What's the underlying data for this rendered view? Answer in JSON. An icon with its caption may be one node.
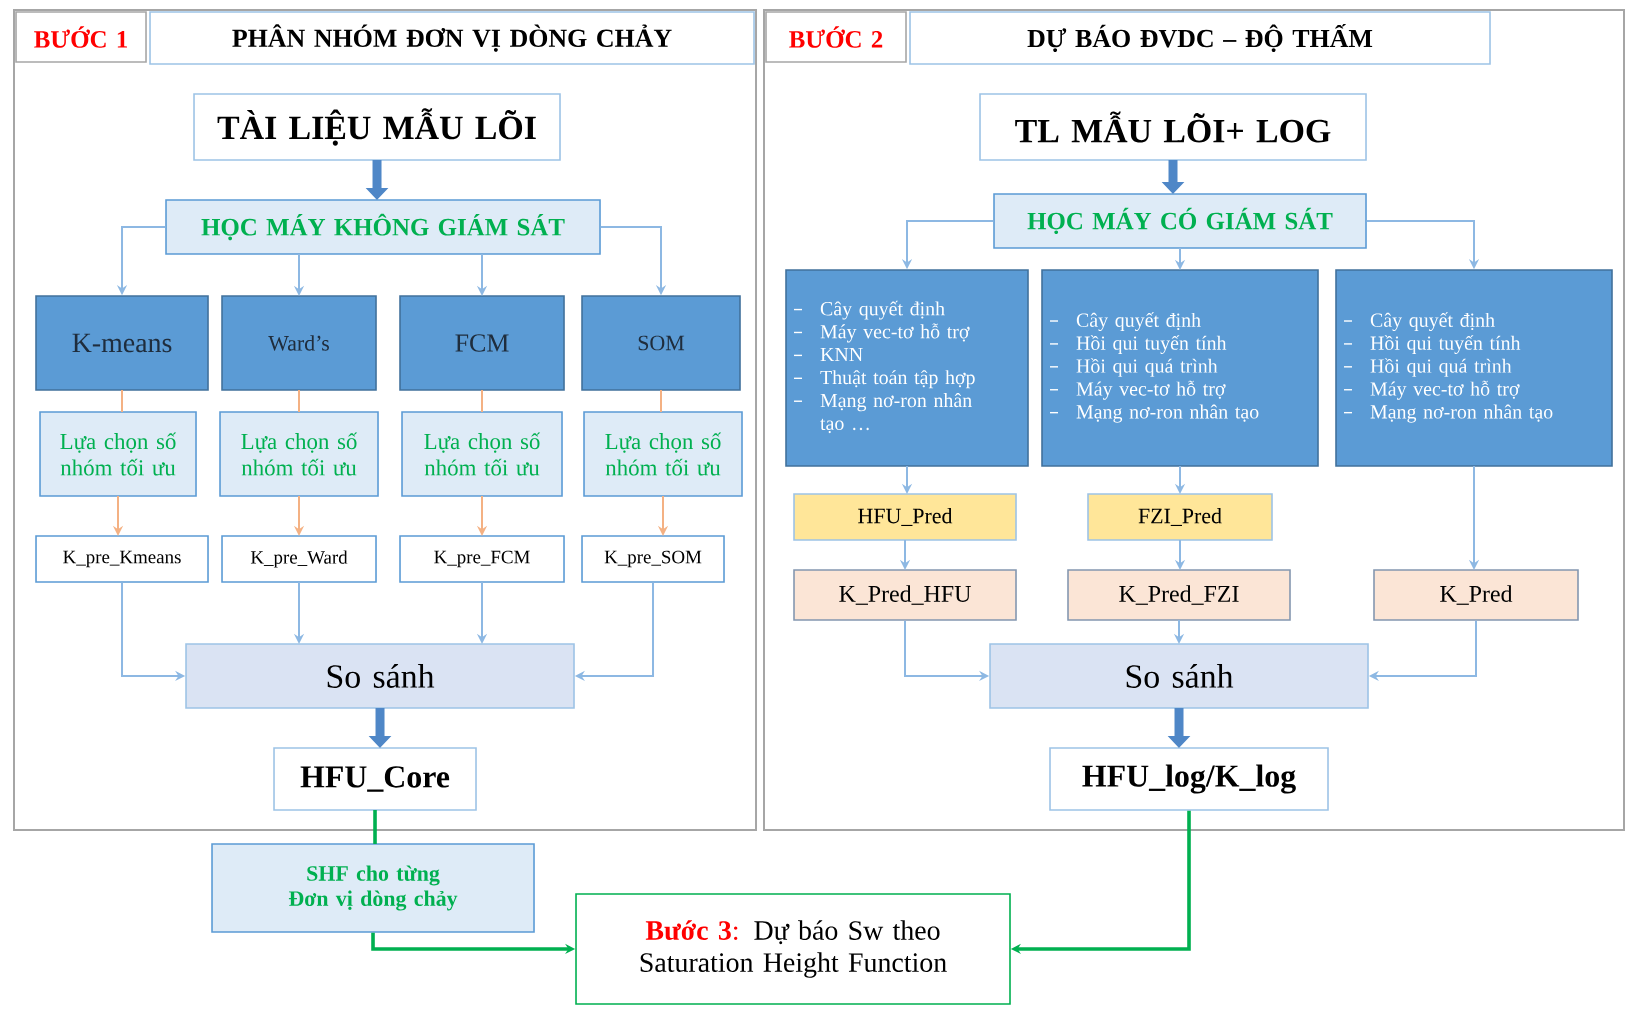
{
  "diagram": {
    "nodes": [
      {
        "text": [],
        "shape": "box"
      },
      {
        "text": [
          "BƯỚC 1"
        ],
        "in": 0
      },
      {
        "text": [
          "PHÂN NHÓM ĐƠN VỊ DÒNG CHẢY"
        ],
        "in": 0
      },
      {
        "text": [
          "TÀI LIỆU MẪU LÕI"
        ],
        "in": 0
      },
      {
        "text": [
          "HỌC MÁY KHÔNG GIÁM SÁT"
        ],
        "in": 0
      },
      {
        "text": [
          "K-means"
        ],
        "in": 0
      },
      {
        "text": [
          "Ward’s"
        ],
        "in": 0
      },
      {
        "text": [
          "FCM"
        ],
        "in": 0
      },
      {
        "text": [
          "SOM"
        ],
        "in": 0
      },
      {
        "text": [
          "Lựa chọn số nhóm tối ưu"
        ],
        "in": 0
      },
      {
        "text": [
          "Lựa chọn số nhóm tối ưu"
        ],
        "in": 0
      },
      {
        "text": [
          "Lựa chọn số nhóm tối ưu"
        ],
        "in": 0
      },
      {
        "text": [
          "Lựa chọn số nhóm tối ưu"
        ],
        "in": 0
      },
      {
        "text": [
          "K_pre_Kmeans"
        ],
        "in": 0
      },
      {
        "text": [
          "K_pre_Ward"
        ],
        "in": 0
      },
      {
        "text": [
          "K_pre_FCM"
        ],
        "in": 0
      },
      {
        "text": [
          "K_pre_SOM"
        ],
        "in": 0
      },
      {
        "text": [
          "So sánh"
        ],
        "in": 0
      },
      {
        "text": [
          "HFU_Core"
        ],
        "in": 0
      },
      {
        "text": [],
        "shape": "box"
      },
      {
        "text": [
          "BƯỚC 2"
        ],
        "in": 19
      },
      {
        "text": [
          "DỰ BÁO ĐVDC – ĐỘ THẤM"
        ],
        "in": 19
      },
      {
        "text": [
          "TL MẪU LÕI+ LOG"
        ],
        "in": 19
      },
      {
        "text": [
          "HỌC MÁY CÓ GIÁM SÁT"
        ],
        "in": 19
      },
      {
        "text": [
          "Cây quyết định",
          "Máy vec-tơ hỗ trợ",
          "KNN",
          "Thuật toán tập hợp",
          "Mạng nơ-ron nhân tạo …"
        ],
        "in": 19
      },
      {
        "text": [
          "Cây quyết định",
          "Hồi qui tuyến tính",
          "Hồi qui quá trình",
          "Máy vec-tơ hỗ trợ",
          "Mạng nơ-ron nhân tạo"
        ],
        "in": 19
      },
      {
        "text": [
          "Cây quyết định",
          "Hồi qui tuyến tính",
          "Hồi qui quá trình",
          "Máy vec-tơ hỗ trợ",
          "Mạng nơ-ron nhân tạo"
        ],
        "in": 19
      },
      {
        "text": [
          "HFU_Pred"
        ],
        "in": 19
      },
      {
        "text": [
          "FZI_Pred"
        ],
        "in": 19
      },
      {
        "text": [
          "K_Pred_HFU"
        ],
        "in": 19
      },
      {
        "text": [
          "K_Pred_FZI"
        ],
        "in": 19
      },
      {
        "text": [
          "K_Pred"
        ],
        "in": 19
      },
      {
        "text": [
          "So sánh"
        ],
        "in": 19
      },
      {
        "text": [
          "HFU_log/K_log"
        ],
        "in": 19
      },
      {
        "text": [
          "SHF cho từng Đơn vị dòng chảy"
        ]
      },
      {
        "text": [
          "**Bước 3**:",
          "Dự báo Sw theo Saturation Height Function"
        ]
      }
    ],
    "edges": [
      {
        "from": 3,
        "to": 4,
        "arrow": "to",
        "style": "thick"
      },
      {
        "from": 4,
        "to": 5,
        "arrow": "to"
      },
      {
        "from": 4,
        "to": 6,
        "arrow": "to"
      },
      {
        "from": 4,
        "to": 7,
        "arrow": "to"
      },
      {
        "from": 4,
        "to": 8,
        "arrow": "to"
      },
      {
        "from": 5,
        "to": 9,
        "arrow": "none",
        "color": "#f4b183"
      },
      {
        "from": 6,
        "to": 10,
        "arrow": "none",
        "color": "#f4b183"
      },
      {
        "from": 7,
        "to": 11,
        "arrow": "none",
        "color": "#f4b183"
      },
      {
        "from": 8,
        "to": 12,
        "arrow": "none",
        "color": "#f4b183"
      },
      {
        "from": 9,
        "to": 13,
        "arrow": "to",
        "color": "#f4b183"
      },
      {
        "from": 10,
        "to": 14,
        "arrow": "to",
        "color": "#f4b183"
      },
      {
        "from": 11,
        "to": 15,
        "arrow": "to",
        "color": "#f4b183"
      },
      {
        "from": 12,
        "to": 16,
        "arrow": "to",
        "color": "#f4b183"
      },
      {
        "from": 13,
        "to": 17,
        "arrow": "to"
      },
      {
        "from": 14,
        "to": 17,
        "arrow": "to"
      },
      {
        "from": 15,
        "to": 17,
        "arrow": "to"
      },
      {
        "from": 16,
        "to": 17,
        "arrow": "to"
      },
      {
        "from": 17,
        "to": 18,
        "arrow": "to",
        "style": "thick"
      },
      {
        "from": 22,
        "to": 23,
        "arrow": "to",
        "style": "thick"
      },
      {
        "from": 23,
        "to": 24,
        "arrow": "to"
      },
      {
        "from": 23,
        "to": 25,
        "arrow": "to"
      },
      {
        "from": 23,
        "to": 26,
        "arrow": "to"
      },
      {
        "from": 24,
        "to": 27,
        "arrow": "to"
      },
      {
        "from": 25,
        "to": 28,
        "arrow": "to"
      },
      {
        "from": 26,
        "to": 31,
        "arrow": "to"
      },
      {
        "from": 27,
        "to": 29,
        "arrow": "to"
      },
      {
        "from": 28,
        "to": 30,
        "arrow": "to"
      },
      {
        "from": 29,
        "to": 32,
        "arrow": "to"
      },
      {
        "from": 30,
        "to": 32,
        "arrow": "to"
      },
      {
        "from": 31,
        "to": 32,
        "arrow": "to"
      },
      {
        "from": 32,
        "to": 33,
        "arrow": "to",
        "style": "thick"
      },
      {
        "from": 18,
        "to": 34,
        "arrow": "none",
        "color": "#00b050"
      },
      {
        "from": 34,
        "to": 35,
        "arrow": "to",
        "color": "#00b050"
      },
      {
        "from": 33,
        "to": 35,
        "arrow": "to",
        "color": "#00b050"
      }
    ]
  }
}
